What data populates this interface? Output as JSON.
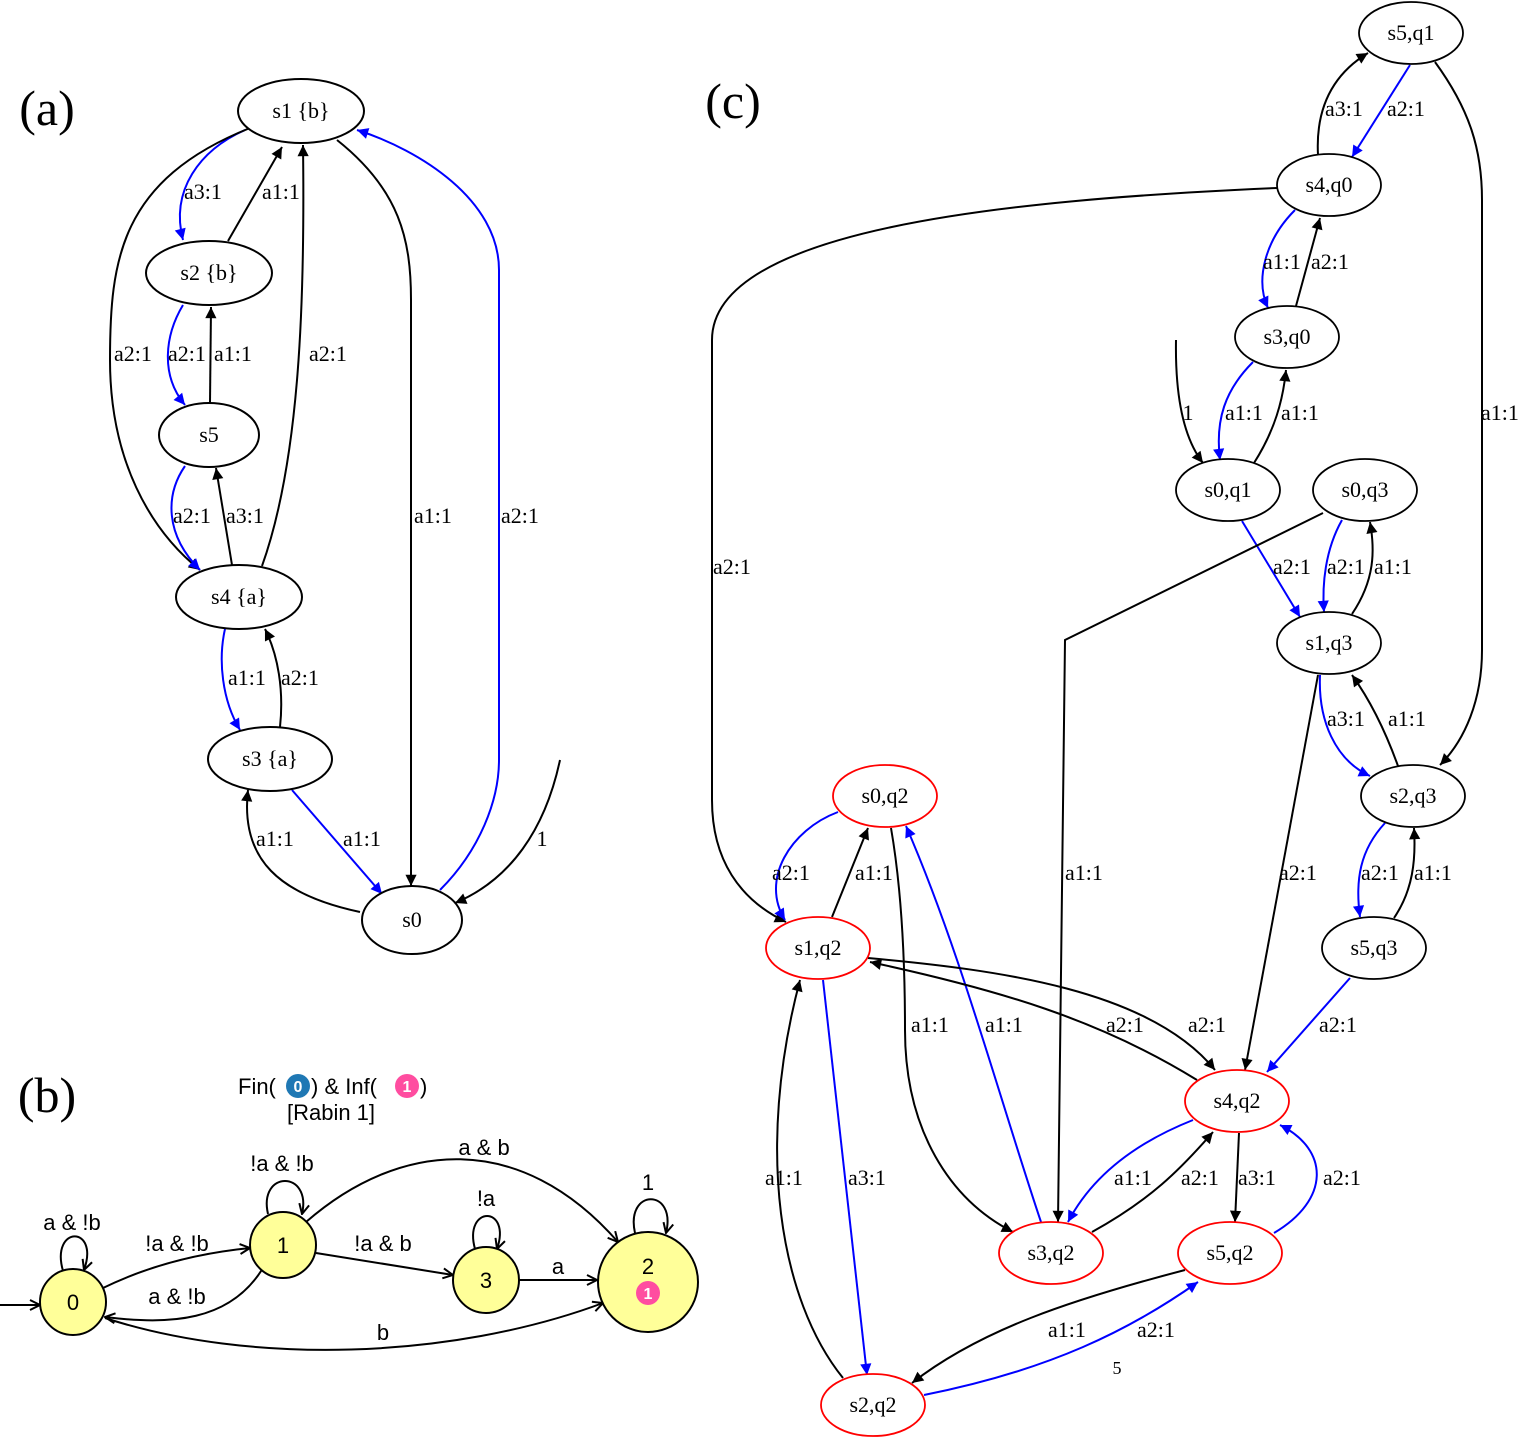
{
  "colors": {
    "black": "#000000",
    "blue": "#0000ff",
    "red": "#ff0000",
    "state_fill": "#ffff99",
    "fin_badge": "#1f78b4",
    "inf_badge": "#ff4da0"
  },
  "panel_a": {
    "label": "(a)",
    "nodes": [
      {
        "id": "s1",
        "label": "s1 {b}"
      },
      {
        "id": "s2",
        "label": "s2 {b}"
      },
      {
        "id": "s5",
        "label": "s5"
      },
      {
        "id": "s4",
        "label": "s4 {a}"
      },
      {
        "id": "s3",
        "label": "s3 {a}"
      },
      {
        "id": "s0",
        "label": "s0"
      }
    ],
    "edges": [
      {
        "from": "s1",
        "to": "s2",
        "label": "a3:1",
        "color": "blue"
      },
      {
        "from": "s2",
        "to": "s1",
        "label": "a1:1",
        "color": "black"
      },
      {
        "from": "s1",
        "to": "s4",
        "label": "a2:1",
        "color": "black"
      },
      {
        "from": "s2",
        "to": "s5",
        "label": "a2:1",
        "color": "blue"
      },
      {
        "from": "s5",
        "to": "s2",
        "label": "a1:1",
        "color": "black"
      },
      {
        "from": "s4",
        "to": "s1",
        "label": "a2:1",
        "color": "black"
      },
      {
        "from": "s5",
        "to": "s4",
        "label": "a2:1",
        "color": "blue"
      },
      {
        "from": "s4",
        "to": "s5",
        "label": "a3:1",
        "color": "black"
      },
      {
        "from": "s1",
        "to": "s0",
        "label": "a1:1",
        "color": "black"
      },
      {
        "from": "s0",
        "to": "s1",
        "label": "a2:1",
        "color": "blue"
      },
      {
        "from": "s4",
        "to": "s3",
        "label": "a1:1",
        "color": "blue"
      },
      {
        "from": "s3",
        "to": "s4",
        "label": "a2:1",
        "color": "black"
      },
      {
        "from": "s3",
        "to": "s0",
        "label": "a1:1",
        "color": "blue"
      },
      {
        "from": "s0",
        "to": "s3",
        "label": "a1:1",
        "color": "black"
      },
      {
        "from": "init",
        "to": "s0",
        "label": "1",
        "color": "black"
      }
    ]
  },
  "panel_b": {
    "label": "(b)",
    "acceptance": {
      "fin_text": "Fin(",
      "fin_set": "0",
      "mid_text": ") & Inf(",
      "inf_set": "1",
      "end_text": ")",
      "name": "[Rabin 1]"
    },
    "nodes": [
      {
        "id": "0",
        "label": "0"
      },
      {
        "id": "1",
        "label": "1"
      },
      {
        "id": "3",
        "label": "3"
      },
      {
        "id": "2",
        "label": "2",
        "accepting_mark": "1"
      }
    ],
    "edges": [
      {
        "from": "init",
        "to": "0",
        "label": ""
      },
      {
        "from": "0",
        "to": "0",
        "label": "a & !b"
      },
      {
        "from": "0",
        "to": "1",
        "label": "!a & !b"
      },
      {
        "from": "1",
        "to": "0",
        "label": "a & !b"
      },
      {
        "from": "1",
        "to": "1",
        "label": "!a & !b"
      },
      {
        "from": "1",
        "to": "3",
        "label": "!a & b"
      },
      {
        "from": "1",
        "to": "2",
        "label": "a & b"
      },
      {
        "from": "3",
        "to": "3",
        "label": "!a"
      },
      {
        "from": "3",
        "to": "2",
        "label": "a"
      },
      {
        "from": "2",
        "to": "2",
        "label": "1"
      },
      {
        "from": "0",
        "to": "2",
        "label": "b"
      }
    ]
  },
  "panel_c": {
    "label": "(c)",
    "nodes": [
      {
        "id": "s5q1",
        "label": "s5,q1",
        "color": "black"
      },
      {
        "id": "s4q0",
        "label": "s4,q0",
        "color": "black"
      },
      {
        "id": "s3q0",
        "label": "s3,q0",
        "color": "black"
      },
      {
        "id": "s0q1",
        "label": "s0,q1",
        "color": "black"
      },
      {
        "id": "s0q3",
        "label": "s0,q3",
        "color": "black"
      },
      {
        "id": "s1q3",
        "label": "s1,q3",
        "color": "black"
      },
      {
        "id": "s2q3",
        "label": "s2,q3",
        "color": "black"
      },
      {
        "id": "s5q3",
        "label": "s5,q3",
        "color": "black"
      },
      {
        "id": "s0q2",
        "label": "s0,q2",
        "color": "red"
      },
      {
        "id": "s1q2",
        "label": "s1,q2",
        "color": "red"
      },
      {
        "id": "s4q2",
        "label": "s4,q2",
        "color": "red"
      },
      {
        "id": "s3q2",
        "label": "s3,q2",
        "color": "red"
      },
      {
        "id": "s5q2",
        "label": "s5,q2",
        "color": "red"
      },
      {
        "id": "s2q2",
        "label": "s2,q2",
        "color": "red"
      }
    ],
    "edges": [
      {
        "from": "s4q0",
        "to": "s5q1",
        "label": "a3:1",
        "color": "black"
      },
      {
        "from": "s5q1",
        "to": "s4q0",
        "label": "a2:1",
        "color": "blue"
      },
      {
        "from": "s5q1",
        "to": "s2q3",
        "label": "a1:1",
        "color": "black"
      },
      {
        "from": "s4q0",
        "to": "s1q2",
        "label": "a2:1",
        "color": "black"
      },
      {
        "from": "s4q0",
        "to": "s3q0",
        "label": "a1:1",
        "color": "blue"
      },
      {
        "from": "s3q0",
        "to": "s4q0",
        "label": "a2:1",
        "color": "black"
      },
      {
        "from": "s3q0",
        "to": "s0q1",
        "label": "a1:1",
        "color": "blue"
      },
      {
        "from": "s0q1",
        "to": "s3q0",
        "label": "a1:1",
        "color": "black"
      },
      {
        "from": "init",
        "to": "s0q1",
        "label": "1",
        "color": "black"
      },
      {
        "from": "s0q1",
        "to": "s1q3",
        "label": "a2:1",
        "color": "blue"
      },
      {
        "from": "s0q3",
        "to": "s1q3",
        "label": "a2:1",
        "color": "blue"
      },
      {
        "from": "s1q3",
        "to": "s0q3",
        "label": "a1:1",
        "color": "black"
      },
      {
        "from": "s0q3",
        "to": "s3q2",
        "label": "a1:1",
        "color": "black"
      },
      {
        "from": "s1q3",
        "to": "s2q3",
        "label": "a3:1",
        "color": "blue"
      },
      {
        "from": "s2q3",
        "to": "s1q3",
        "label": "a1:1",
        "color": "black"
      },
      {
        "from": "s1q3",
        "to": "s4q2",
        "label": "a2:1",
        "color": "black"
      },
      {
        "from": "s2q3",
        "to": "s5q3",
        "label": "a2:1",
        "color": "blue"
      },
      {
        "from": "s5q3",
        "to": "s2q3",
        "label": "a1:1",
        "color": "black"
      },
      {
        "from": "s5q3",
        "to": "s4q2",
        "label": "a2:1",
        "color": "blue"
      },
      {
        "from": "s0q2",
        "to": "s1q2",
        "label": "a2:1",
        "color": "blue"
      },
      {
        "from": "s1q2",
        "to": "s0q2",
        "label": "a1:1",
        "color": "black"
      },
      {
        "from": "s0q2",
        "to": "s3q2",
        "label": "a1:1",
        "color": "black"
      },
      {
        "from": "s3q2",
        "to": "s0q2",
        "label": "a1:1",
        "color": "blue"
      },
      {
        "from": "s1q2",
        "to": "s4q2",
        "label": "a2:1",
        "color": "black"
      },
      {
        "from": "s4q2",
        "to": "s1q2",
        "label": "a2:1",
        "color": "black"
      },
      {
        "from": "s4q2",
        "to": "s3q2",
        "label": "a1:1",
        "color": "blue"
      },
      {
        "from": "s3q2",
        "to": "s4q2",
        "label": "a2:1",
        "color": "black"
      },
      {
        "from": "s4q2",
        "to": "s5q2",
        "label": "a3:1",
        "color": "black"
      },
      {
        "from": "s5q2",
        "to": "s4q2",
        "label": "a2:1",
        "color": "blue"
      },
      {
        "from": "s1q2",
        "to": "s2q2",
        "label": "a3:1",
        "color": "blue"
      },
      {
        "from": "s2q2",
        "to": "s1q2",
        "label": "a1:1",
        "color": "black"
      },
      {
        "from": "s5q2",
        "to": "s2q2",
        "label": "a1:1",
        "color": "black"
      },
      {
        "from": "s2q2",
        "to": "s5q2",
        "label": "a2:1",
        "color": "blue"
      }
    ],
    "extra_label": "5"
  }
}
